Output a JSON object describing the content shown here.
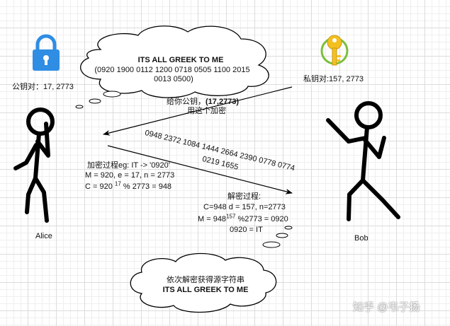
{
  "title_cloud": {
    "heading": "ITS ALL GREEK TO ME",
    "cipher_line1": "(0920 1900 0112 1200 0718 0505 1100 2015",
    "cipher_line2": "0013 0500)"
  },
  "alice": {
    "name": "Alice",
    "public_key_label": "公钥对：17, 2773"
  },
  "bob": {
    "name": "Bob",
    "private_key_label": "私钥对:157, 2773"
  },
  "public_key_message": {
    "line1_prefix": "给你公钥，",
    "line1_key": "(17,2773)",
    "line2": "用这个加密"
  },
  "ciphertext": {
    "line1": "0948 2372 1084 1444 2664 2390 0778 0774",
    "line2": "0219 1655"
  },
  "encryption": {
    "line1": "加密过程eg: IT -> '0920'",
    "line2": "M = 920, e = 17, n = 2773",
    "line3_base": "C = 920 ",
    "line3_exp": "17",
    "line3_rest": " % 2773 = 948"
  },
  "decryption": {
    "line1": "解密过程:",
    "line2": "C=948 d = 157, n=2773",
    "line3_base": "M = 948",
    "line3_exp": "157",
    "line3_rest": " %2773 = 0920",
    "line4": "0920 = IT"
  },
  "result_cloud": {
    "line1": "依次解密获得源字符串",
    "line2": "ITS ALL GREEK TO ME"
  },
  "watermark": "知乎 @韦子扬",
  "icons": {
    "lock": "lock-icon",
    "key": "key-icon"
  },
  "colors": {
    "lock_blue": "#2f8de4",
    "key_yellow": "#f3c020",
    "key_ring_green": "#7bbf3a"
  }
}
